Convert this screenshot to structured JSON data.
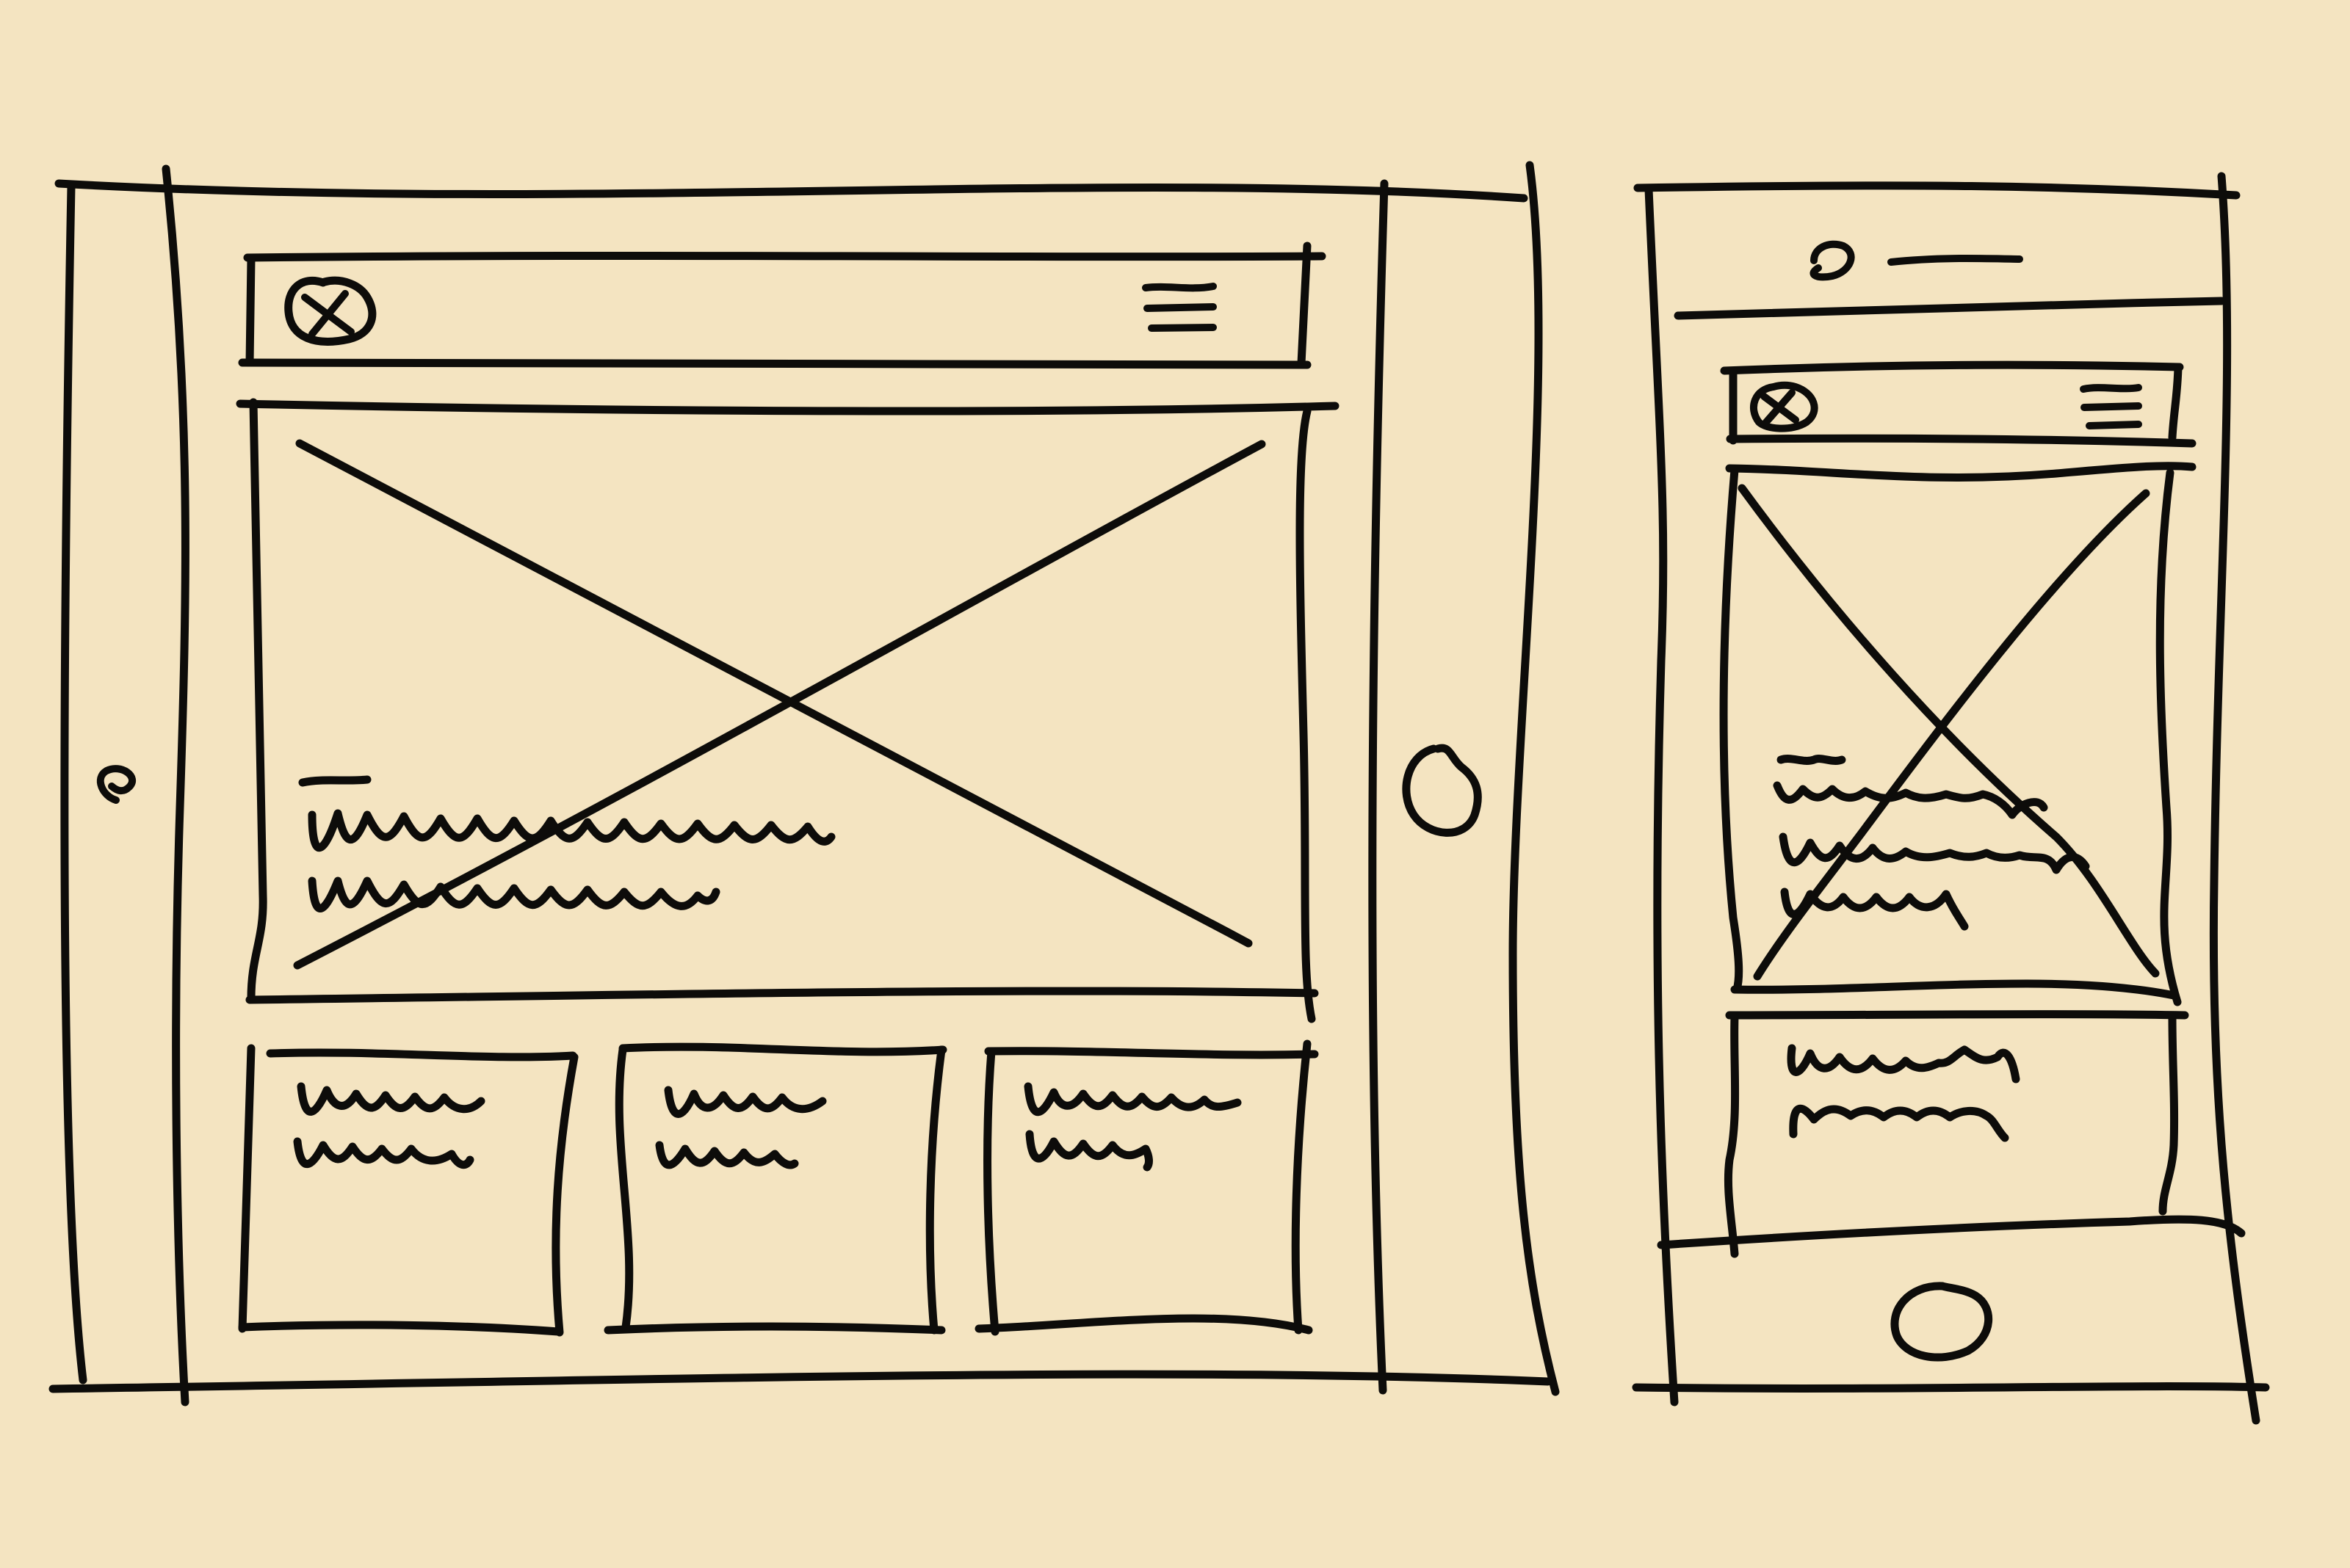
{
  "colors": {
    "paper": "#f4e4c1",
    "ink": "#0d0c0a"
  },
  "sketches": [
    {
      "device": "tablet-landscape",
      "icons": [
        "logo-icon",
        "hamburger-menu-icon",
        "camera-dot-icon",
        "home-button-icon"
      ],
      "hero": {
        "placeholder": "image-placeholder",
        "text_lines": 2
      },
      "cards": [
        {
          "text_lines": 2
        },
        {
          "text_lines": 2
        },
        {
          "text_lines": 2
        }
      ]
    },
    {
      "device": "phone-portrait",
      "icons": [
        "camera-icon",
        "speaker-icon",
        "logo-icon",
        "hamburger-menu-icon",
        "home-button-icon"
      ],
      "hero": {
        "placeholder": "image-placeholder",
        "text_lines": 4
      },
      "cards": [
        {
          "text_lines": 2
        }
      ]
    }
  ]
}
